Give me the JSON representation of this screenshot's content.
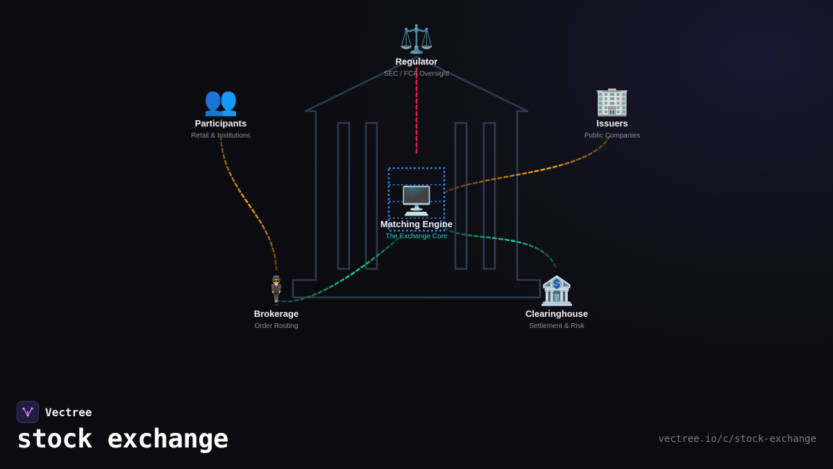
{
  "brand": {
    "name": "Vectree",
    "icon": "vectree-logo-icon"
  },
  "title": "stock exchange",
  "url": "vectree.io/c/stock-exchange",
  "colors": {
    "background": "#0d0d12",
    "building_outline": "#2e3d52",
    "regulator_link": "#e8174f",
    "participant_link": "#f0a020",
    "green_link": "#1fd39a",
    "engine_box": "#2f7ff0",
    "engine_subtitle": "#1fd3c6"
  },
  "nodes": {
    "regulator": {
      "label": "Regulator",
      "sub": "SEC / FCA Oversight",
      "icon": "scales-icon",
      "emoji": "⚖️"
    },
    "participants": {
      "label": "Participants",
      "sub": "Retail & Institutions",
      "icon": "people-icon",
      "emoji": "👥"
    },
    "issuers": {
      "label": "Issuers",
      "sub": "Public Companies",
      "icon": "office-building-icon",
      "emoji": "🏢"
    },
    "engine": {
      "label": "Matching Engine",
      "sub": "The Exchange Core",
      "icon": "desktop-computer-icon",
      "emoji": "🖥️"
    },
    "brokerage": {
      "label": "Brokerage",
      "sub": "Order Routing",
      "icon": "businessman-icon",
      "emoji": "🕴️"
    },
    "clearinghouse": {
      "label": "Clearinghouse",
      "sub": "Settlement & Risk",
      "icon": "bank-icon",
      "emoji": "🏦"
    }
  }
}
